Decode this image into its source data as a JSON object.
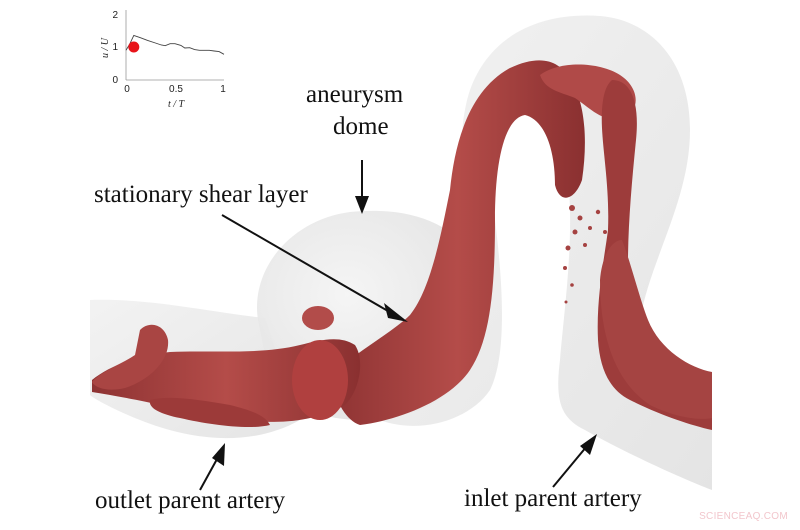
{
  "figure": {
    "description": "Isosurface visualization of flow structures inside a cerebral aneurysm model with parent artery",
    "colors": {
      "background": "#ffffff",
      "vessel_wall": "#e9e9e9",
      "vortex_structure": "#a8403f",
      "vortex_highlight": "#c96460",
      "vortex_shadow": "#7a2a2a",
      "marker": "#e8141a",
      "text": "#111111",
      "watermark": "#f2c6cc"
    }
  },
  "labels": {
    "aneurysm_dome_line1": "aneurysm",
    "aneurysm_dome_line2": "dome",
    "shear_layer": "stationary shear layer",
    "outlet": "outlet parent artery",
    "inlet": "inlet parent artery"
  },
  "inset": {
    "ylabel": "u / U",
    "xlabel": "t / T",
    "y_ticks": [
      "0",
      "1",
      "2"
    ],
    "x_ticks": [
      "0",
      "0.5",
      "1"
    ]
  },
  "chart_data": {
    "type": "line",
    "title": "",
    "xlabel": "t / T",
    "ylabel": "u / U",
    "xlim": [
      0,
      1
    ],
    "ylim": [
      0,
      2.4
    ],
    "x_ticks": [
      0,
      0.5,
      1
    ],
    "y_ticks": [
      0,
      1,
      2
    ],
    "grid": false,
    "series": [
      {
        "name": "inflow velocity waveform",
        "x": [
          0,
          0.04,
          0.08,
          0.15,
          0.22,
          0.3,
          0.36,
          0.4,
          0.45,
          0.5,
          0.56,
          0.6,
          0.65,
          0.7,
          0.75,
          0.8,
          0.85,
          0.9,
          0.95,
          1.0
        ],
        "y": [
          0.9,
          1.1,
          1.35,
          1.28,
          1.2,
          1.12,
          1.06,
          1.04,
          1.1,
          1.1,
          1.05,
          0.97,
          0.98,
          0.92,
          0.9,
          0.9,
          0.9,
          0.88,
          0.86,
          0.78
        ]
      }
    ],
    "annotations": [
      {
        "type": "marker",
        "x": 0.08,
        "y": 1.0,
        "color": "#e8141a",
        "description": "current time instant"
      }
    ]
  },
  "watermark": "SCIENCEAQ.COM"
}
